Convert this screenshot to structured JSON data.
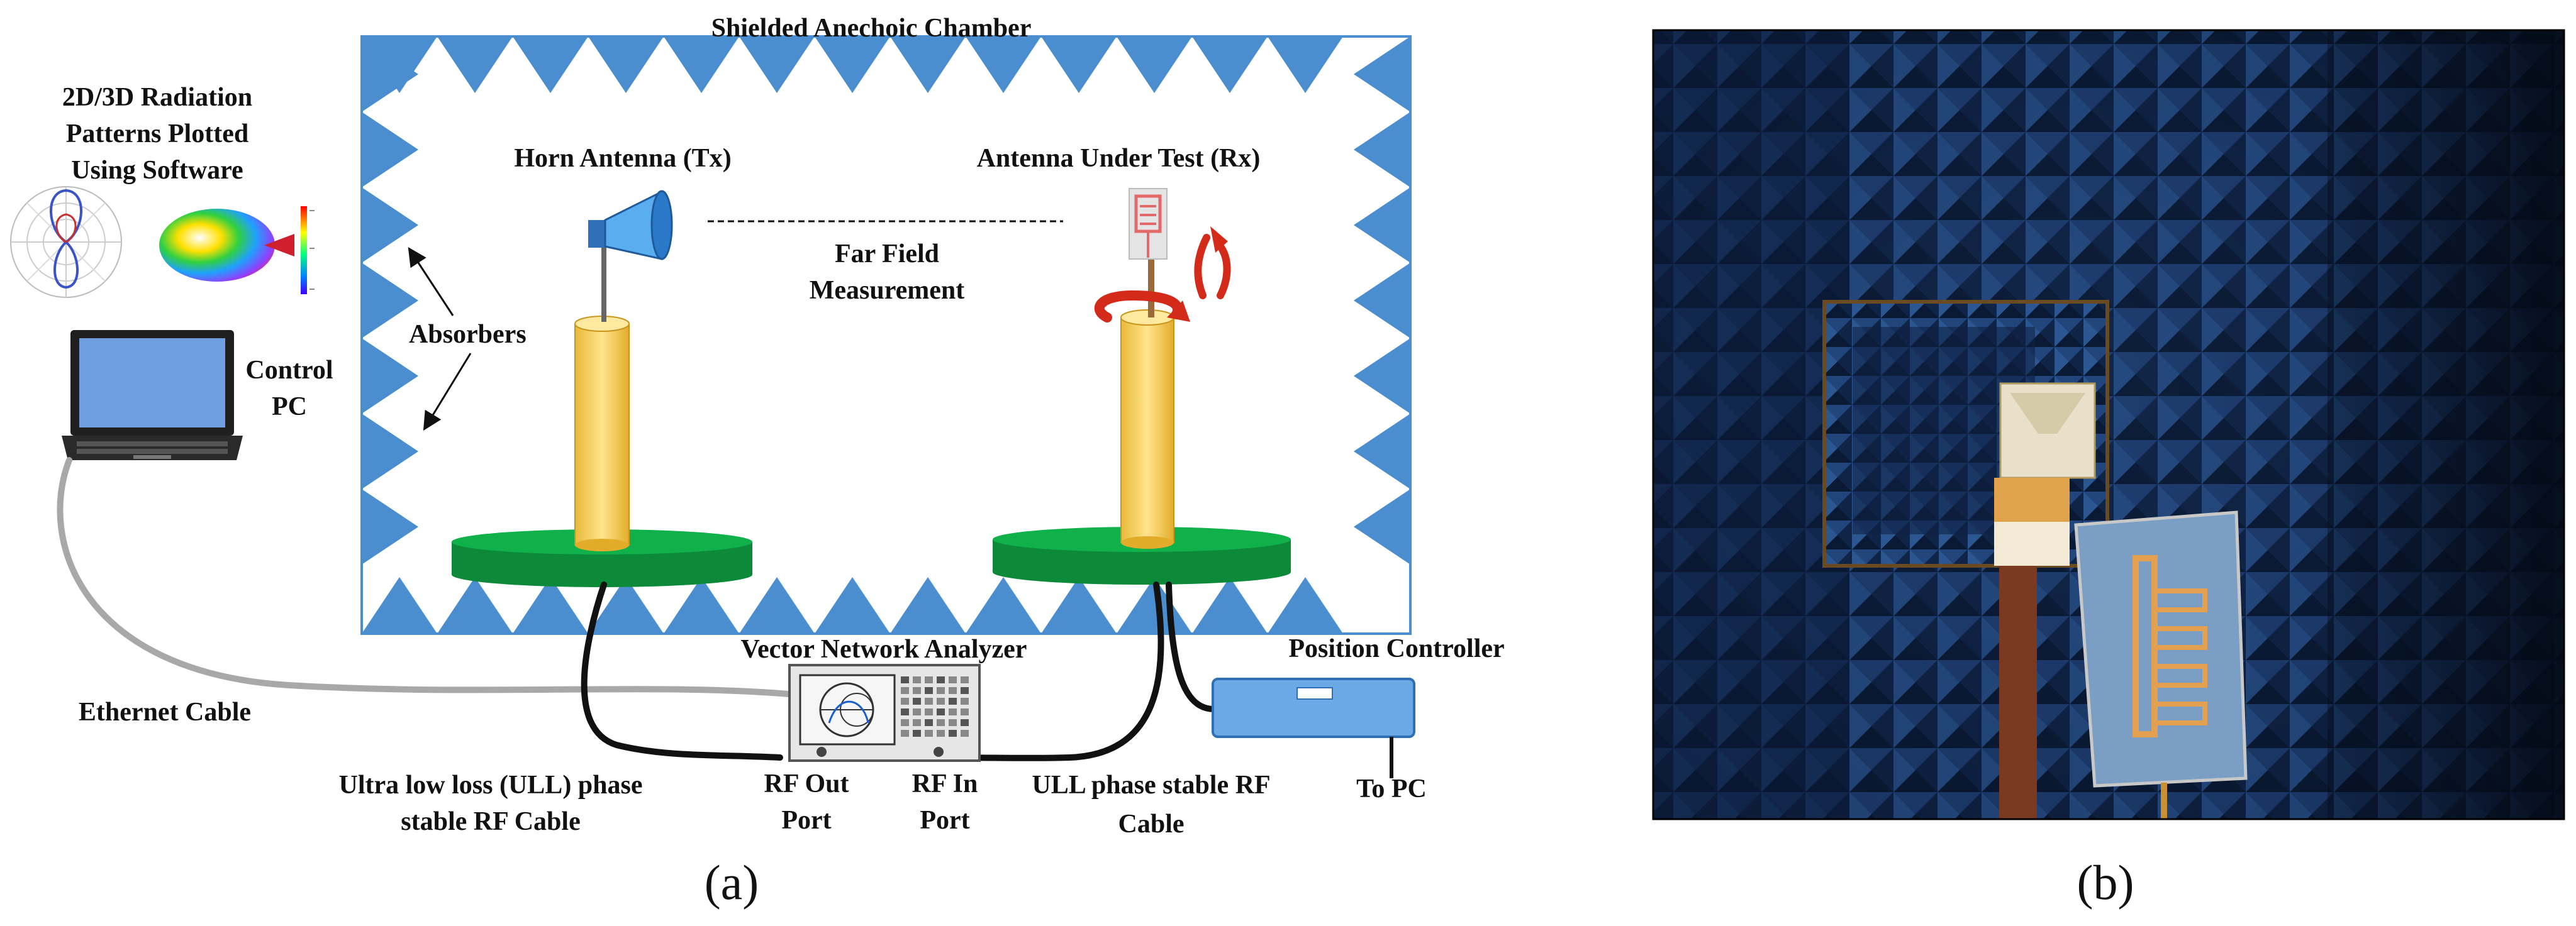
{
  "panel_a": {
    "chamber_title": "Shielded Anechoic Chamber",
    "software_label": [
      "2D/3D Radiation",
      "Patterns Plotted",
      "Using Software"
    ],
    "control_pc_label": [
      "Control",
      "PC"
    ],
    "absorbers_label": "Absorbers",
    "horn_label": "Horn Antenna  (Tx)",
    "aut_label": "Antenna Under Test  (Rx)",
    "far_field_label": [
      "Far Field",
      "Measurement"
    ],
    "vna_label": "Vector Network Analyzer",
    "position_controller_label": "Position Controller",
    "ethernet_label": "Ethernet Cable",
    "ull_cable_left_label": [
      "Ultra low loss (ULL) phase",
      "stable RF Cable"
    ],
    "rf_out_label": [
      "RF Out",
      "Port"
    ],
    "rf_in_label": [
      "RF In",
      "Port"
    ],
    "ull_cable_right_label": [
      "ULL phase stable RF",
      "Cable"
    ],
    "to_pc_label": "To PC",
    "caption": "(a)",
    "colors": {
      "absorber_blue": "#4a8ed0",
      "pedestal_yellow": "#ffd966",
      "turntable_green": "#10b04a",
      "laptop_screen": "#6f9fe0",
      "rotation_red": "#d42a1a"
    }
  },
  "panel_b": {
    "caption": "(b)"
  }
}
